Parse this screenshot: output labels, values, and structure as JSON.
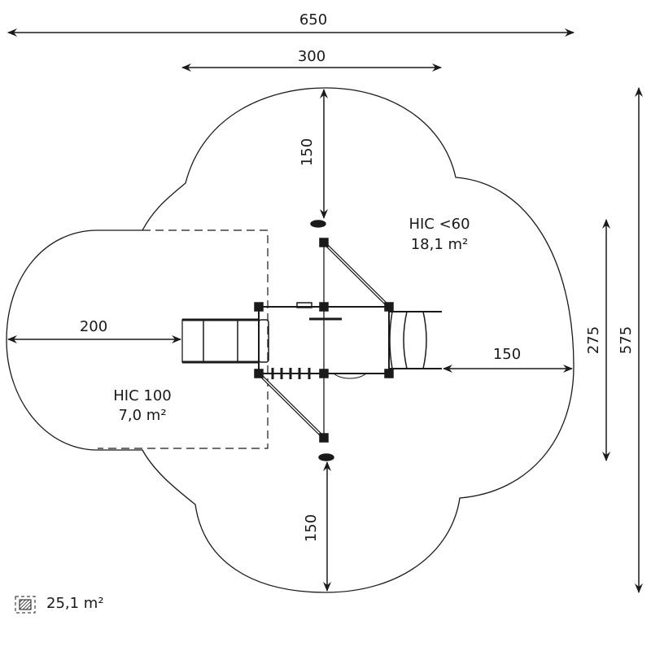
{
  "dimensions": {
    "overall_width": "650",
    "structure_width": "300",
    "top_clearance": "150",
    "bottom_clearance": "150",
    "left_clearance": "200",
    "right_clearance": "150",
    "inner_height": "275",
    "overall_height": "575"
  },
  "zones": {
    "hic_high": {
      "label": "HIC <60",
      "area": "18,1 m²"
    },
    "hic_low": {
      "label": "HIC 100",
      "area": "7,0 m²"
    }
  },
  "legend": {
    "icon": "hatched-square-icon",
    "total_area": "25,1 m²"
  },
  "colors": {
    "line": "#1a1a1a"
  }
}
